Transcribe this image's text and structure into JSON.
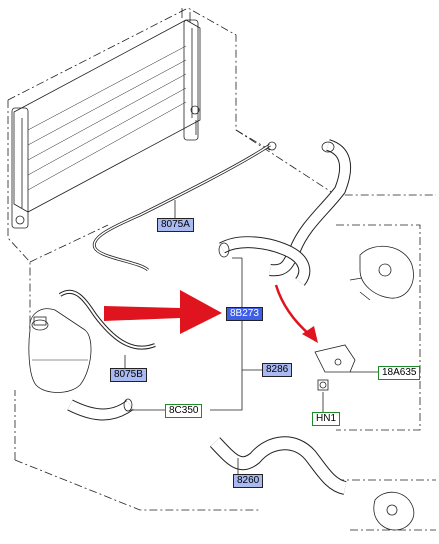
{
  "diagram": {
    "labels": {
      "hose_upper_small": "8075A",
      "hose_lower_small": "8075B",
      "connector_highlight": "8B273",
      "hose_main": "8286",
      "clamp": "8C350",
      "hose_bottom": "8260",
      "bracket": "18A635",
      "nut": "HN1"
    },
    "colors": {
      "label_blue": "#a9b9f2",
      "label_highlight": "#3f5fe8",
      "label_green_border": "#1e8a2a",
      "arrow_red": "#e0141e",
      "line": "#222222"
    },
    "icons": [
      "radiator",
      "expansion-tank",
      "thermostat-housing",
      "water-pump",
      "bracket",
      "nut",
      "red-arrow"
    ]
  }
}
